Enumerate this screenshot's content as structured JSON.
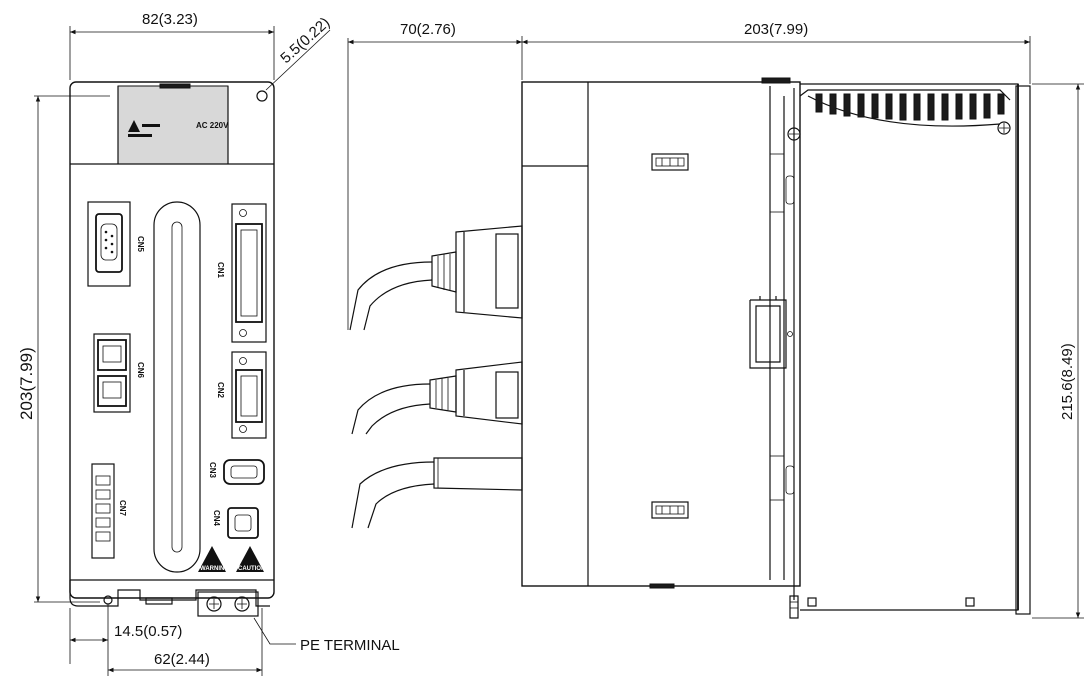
{
  "dimensions": {
    "front_width": "82(3.23)",
    "hole_diameter": "5.5(0.22)",
    "front_height": "203(7.99)",
    "mount_offset": "14.5(0.57)",
    "mount_spacing": "62(2.44)",
    "cable_clearance": "70(2.76)",
    "side_depth": "203(7.99)",
    "side_height": "215.6(8.49)"
  },
  "callouts": {
    "pe_terminal": "PE TERMINAL"
  },
  "front_panel": {
    "top_label": "AC 220V",
    "connectors": [
      "CN5",
      "CN1",
      "CN6",
      "CN2",
      "CN3",
      "CN7",
      "CN4"
    ],
    "warning_labels": [
      "WARNING",
      "CAUTION"
    ]
  }
}
